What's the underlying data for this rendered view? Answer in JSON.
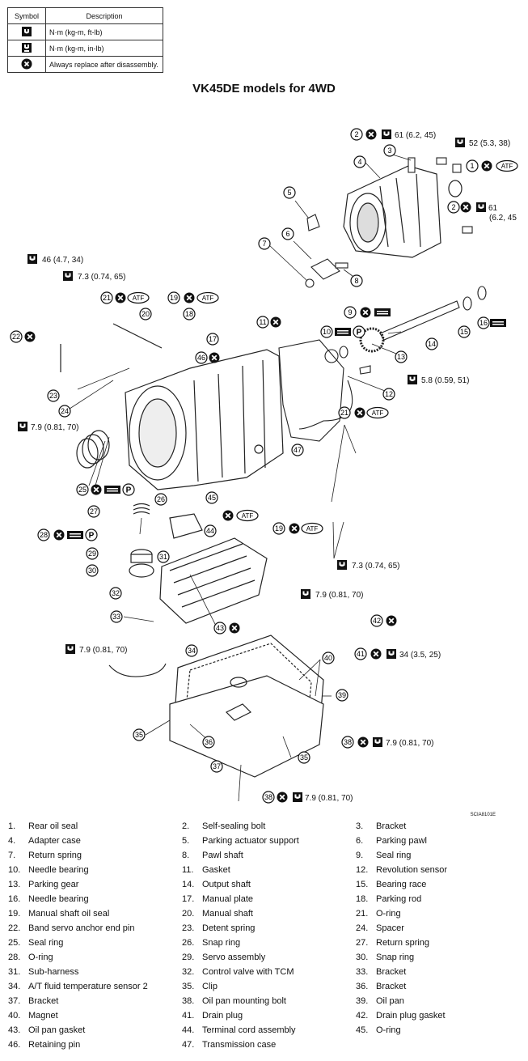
{
  "legend": {
    "header_symbol": "Symbol",
    "header_description": "Description",
    "rows": [
      {
        "icon": "torque-wrench-icon",
        "description": "N·m (kg-m, ft-lb)"
      },
      {
        "icon": "torque-wrench-inlb-icon",
        "description": "N·m (kg-m, in-lb)"
      },
      {
        "icon": "replace-x-icon",
        "description": "Always replace after disassembly."
      }
    ]
  },
  "title": "VK45DE models for 4WD",
  "diagram_code": "SCIA8101E",
  "torque_labels": [
    "61 (6.2, 45)",
    "52 (5.3, 38)",
    "61",
    "(6.2,  45",
    "46 (4.7, 34)",
    "7.3 (0.74, 65)",
    "5.8 (0.59, 51)",
    "7.9 (0.81, 70)",
    "7.3 (0.74, 65)",
    "7.9 (0.81, 70)",
    "7.9 (0.81, 70)",
    "34 (3.5, 25)",
    "7.9 (0.81, 70)",
    "7.9 (0.81, 70)"
  ],
  "badge_text": {
    "atf": "ATF",
    "p": "P"
  },
  "parts": [
    {
      "num": "1.",
      "name": "Rear oil seal"
    },
    {
      "num": "2.",
      "name": "Self-sealing bolt"
    },
    {
      "num": "3.",
      "name": "Bracket"
    },
    {
      "num": "4.",
      "name": "Adapter case"
    },
    {
      "num": "5.",
      "name": "Parking actuator support"
    },
    {
      "num": "6.",
      "name": "Parking pawl"
    },
    {
      "num": "7.",
      "name": "Return spring"
    },
    {
      "num": "8.",
      "name": "Pawl shaft"
    },
    {
      "num": "9.",
      "name": "Seal ring"
    },
    {
      "num": "10.",
      "name": "Needle bearing"
    },
    {
      "num": "11.",
      "name": "Gasket"
    },
    {
      "num": "12.",
      "name": "Revolution sensor"
    },
    {
      "num": "13.",
      "name": "Parking gear"
    },
    {
      "num": "14.",
      "name": "Output shaft"
    },
    {
      "num": "15.",
      "name": "Bearing race"
    },
    {
      "num": "16.",
      "name": "Needle bearing"
    },
    {
      "num": "17.",
      "name": "Manual plate"
    },
    {
      "num": "18.",
      "name": "Parking rod"
    },
    {
      "num": "19.",
      "name": "Manual shaft oil seal"
    },
    {
      "num": "20.",
      "name": "Manual shaft"
    },
    {
      "num": "21.",
      "name": "O-ring"
    },
    {
      "num": "22.",
      "name": "Band servo anchor end pin"
    },
    {
      "num": "23.",
      "name": "Detent spring"
    },
    {
      "num": "24.",
      "name": "Spacer"
    },
    {
      "num": "25.",
      "name": "Seal ring"
    },
    {
      "num": "26.",
      "name": "Snap ring"
    },
    {
      "num": "27.",
      "name": "Return spring"
    },
    {
      "num": "28.",
      "name": "O-ring"
    },
    {
      "num": "29.",
      "name": "Servo assembly"
    },
    {
      "num": "30.",
      "name": "Snap ring"
    },
    {
      "num": "31.",
      "name": "Sub-harness"
    },
    {
      "num": "32.",
      "name": "Control valve with TCM"
    },
    {
      "num": "33.",
      "name": "Bracket"
    },
    {
      "num": "34.",
      "name": "A/T fluid temperature sensor 2"
    },
    {
      "num": "35.",
      "name": "Clip"
    },
    {
      "num": "36.",
      "name": "Bracket"
    },
    {
      "num": "37.",
      "name": "Bracket"
    },
    {
      "num": "38.",
      "name": "Oil pan mounting bolt"
    },
    {
      "num": "39.",
      "name": "Oil pan"
    },
    {
      "num": "40.",
      "name": "Magnet"
    },
    {
      "num": "41.",
      "name": "Drain plug"
    },
    {
      "num": "42.",
      "name": "Drain plug gasket"
    },
    {
      "num": "43.",
      "name": "Oil pan gasket"
    },
    {
      "num": "44.",
      "name": "Terminal cord assembly"
    },
    {
      "num": "45.",
      "name": "O-ring"
    },
    {
      "num": "46.",
      "name": "Retaining pin"
    },
    {
      "num": "47.",
      "name": "Transmission case"
    }
  ]
}
